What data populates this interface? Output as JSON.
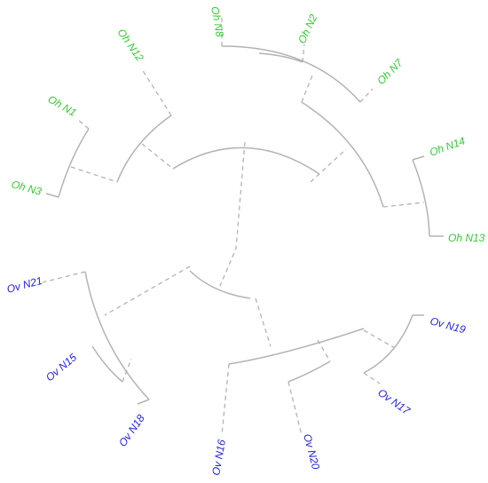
{
  "colors": {
    "group_oh": "#33cc33",
    "group_ov": "#1f1fdd",
    "branch": "#b3b3b3"
  },
  "tree": {
    "tips": [
      {
        "id": "oh-n8",
        "label": "Oh N8",
        "group": "oh"
      },
      {
        "id": "oh-n2",
        "label": "Oh N2",
        "group": "oh"
      },
      {
        "id": "oh-n7",
        "label": "Oh N7",
        "group": "oh"
      },
      {
        "id": "oh-n14",
        "label": "Oh N14",
        "group": "oh"
      },
      {
        "id": "oh-n13",
        "label": "Oh N13",
        "group": "oh"
      },
      {
        "id": "oh-n12",
        "label": "Oh N12",
        "group": "oh"
      },
      {
        "id": "oh-n1",
        "label": "Oh N1",
        "group": "oh"
      },
      {
        "id": "oh-n3",
        "label": "Oh N3",
        "group": "oh"
      },
      {
        "id": "ov-n21",
        "label": "Ov N21",
        "group": "ov"
      },
      {
        "id": "ov-n15",
        "label": "Ov N15",
        "group": "ov"
      },
      {
        "id": "ov-n18",
        "label": "Ov N18",
        "group": "ov"
      },
      {
        "id": "ov-n16",
        "label": "Ov N16",
        "group": "ov"
      },
      {
        "id": "ov-n20",
        "label": "Ov N20",
        "group": "ov"
      },
      {
        "id": "ov-n17",
        "label": "Ov N17",
        "group": "ov"
      },
      {
        "id": "ov-n19",
        "label": "Ov N19",
        "group": "ov"
      }
    ]
  }
}
